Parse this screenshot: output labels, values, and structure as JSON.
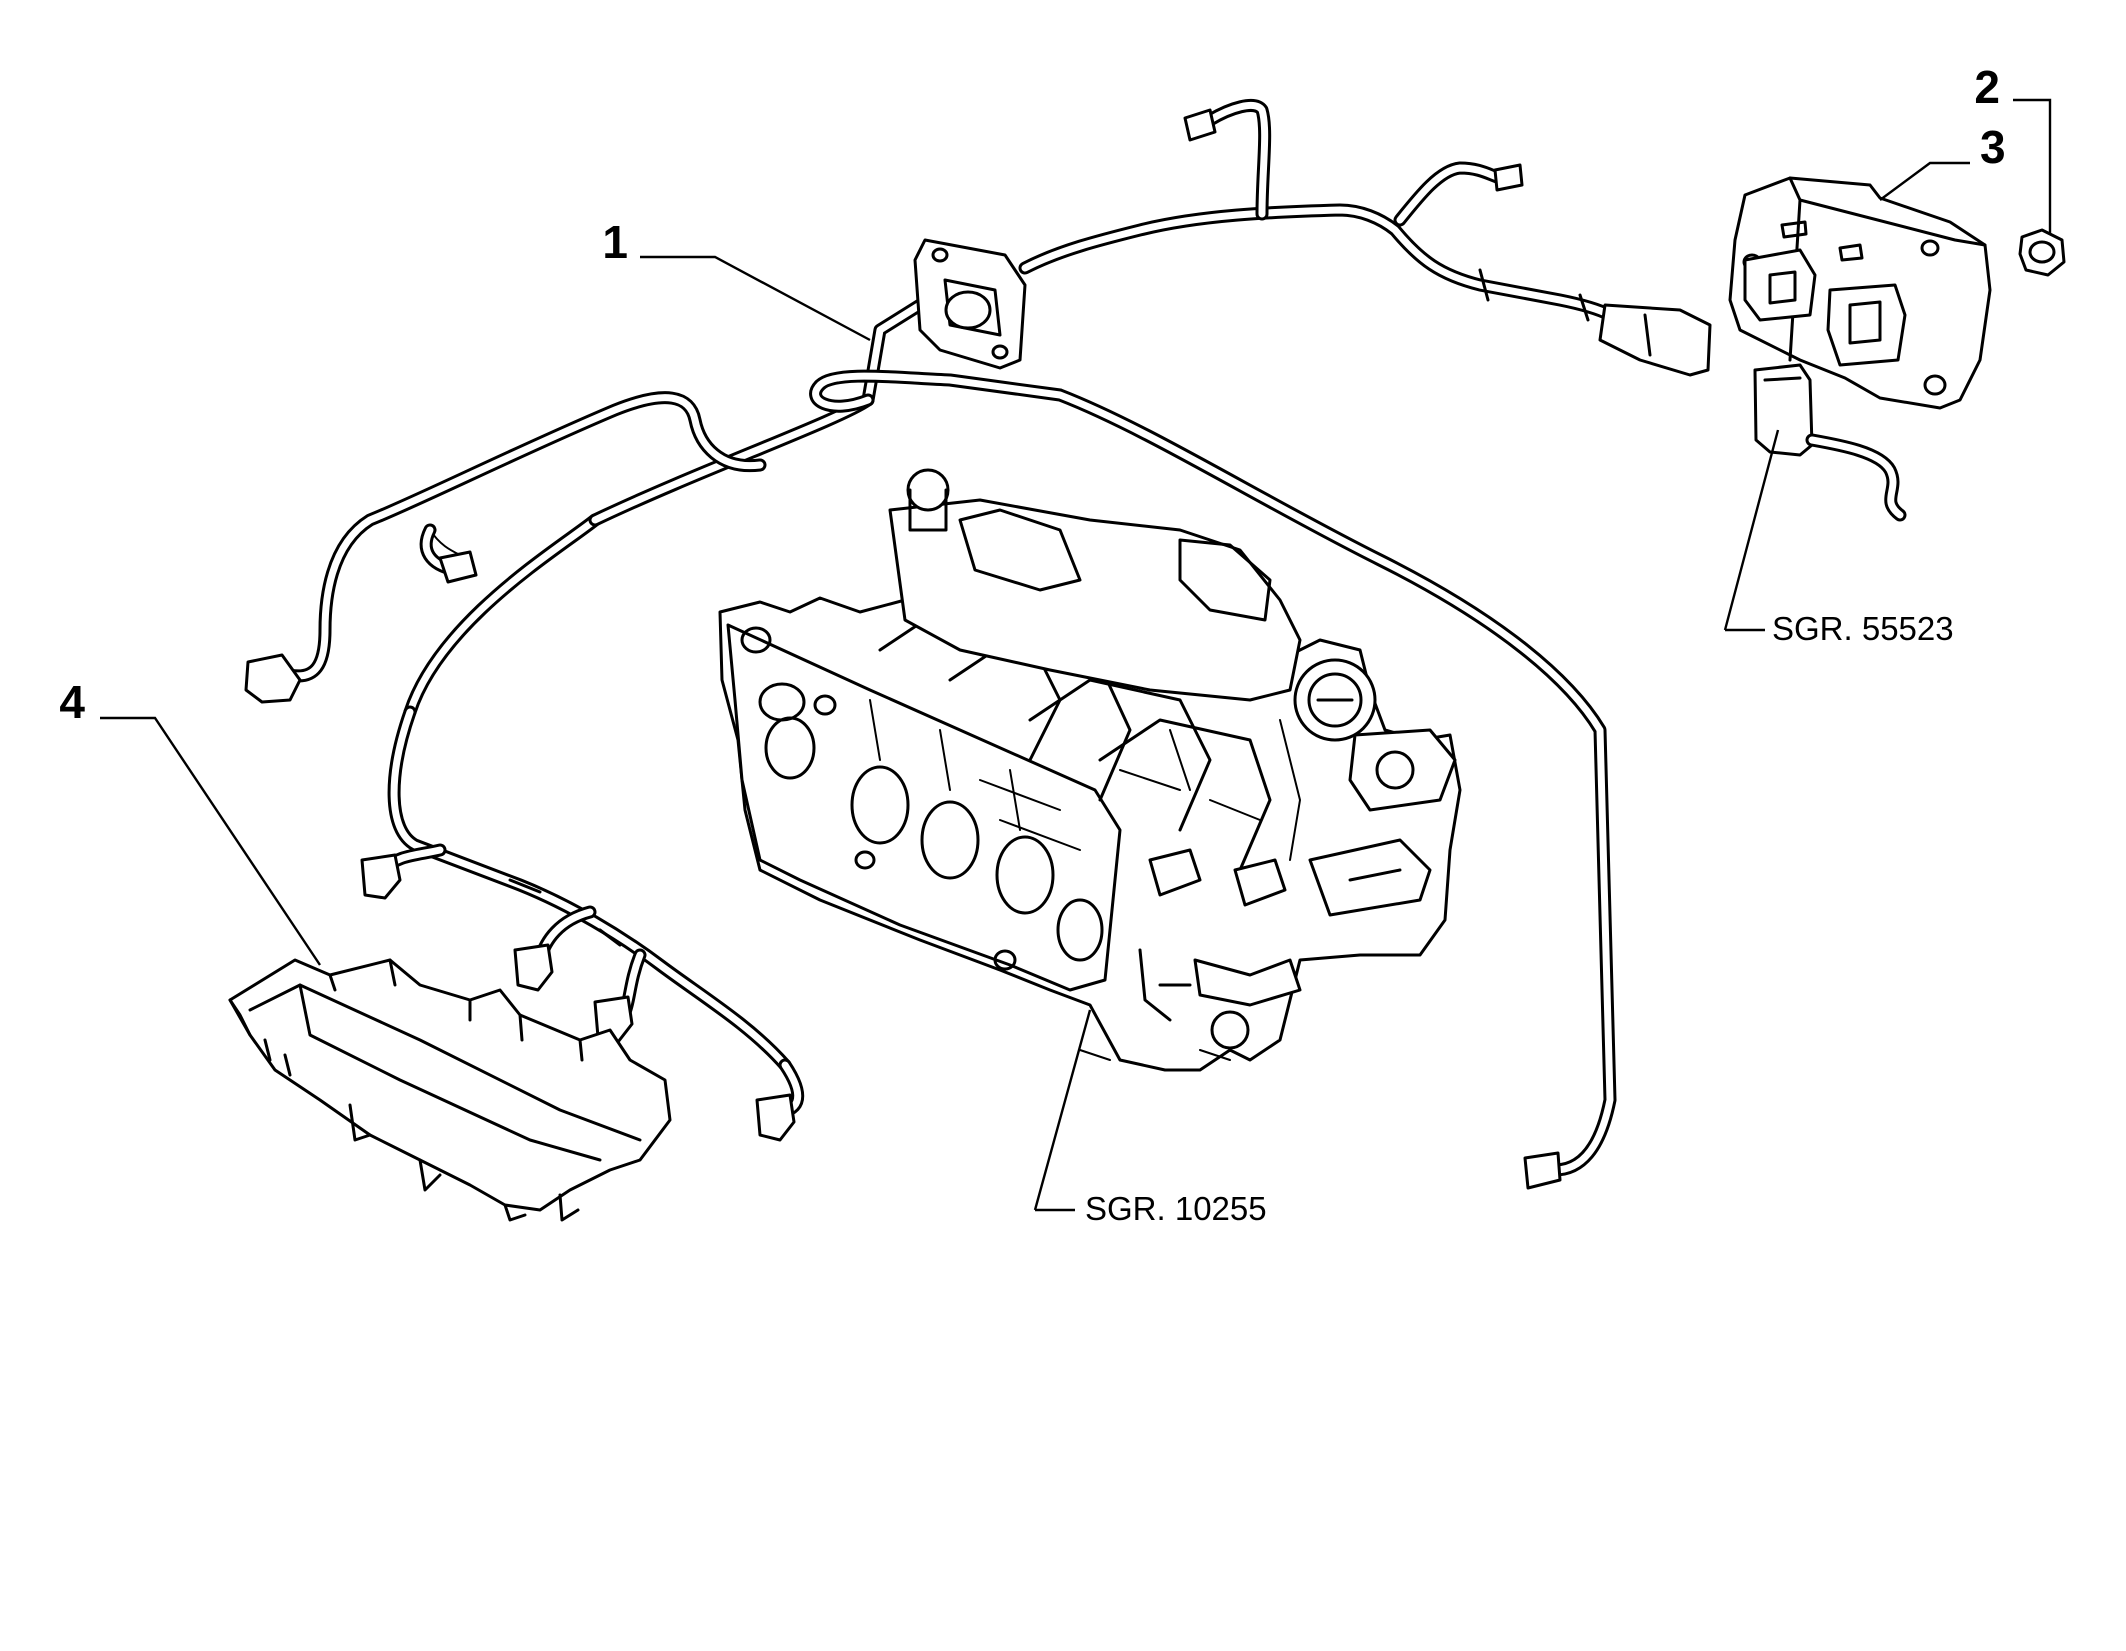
{
  "callouts": {
    "part_1": "1",
    "part_2": "2",
    "part_3": "3",
    "part_4": "4"
  },
  "references": {
    "engine_ref": "SGR. 10255",
    "sensor_ref": "SGR. 55523"
  }
}
